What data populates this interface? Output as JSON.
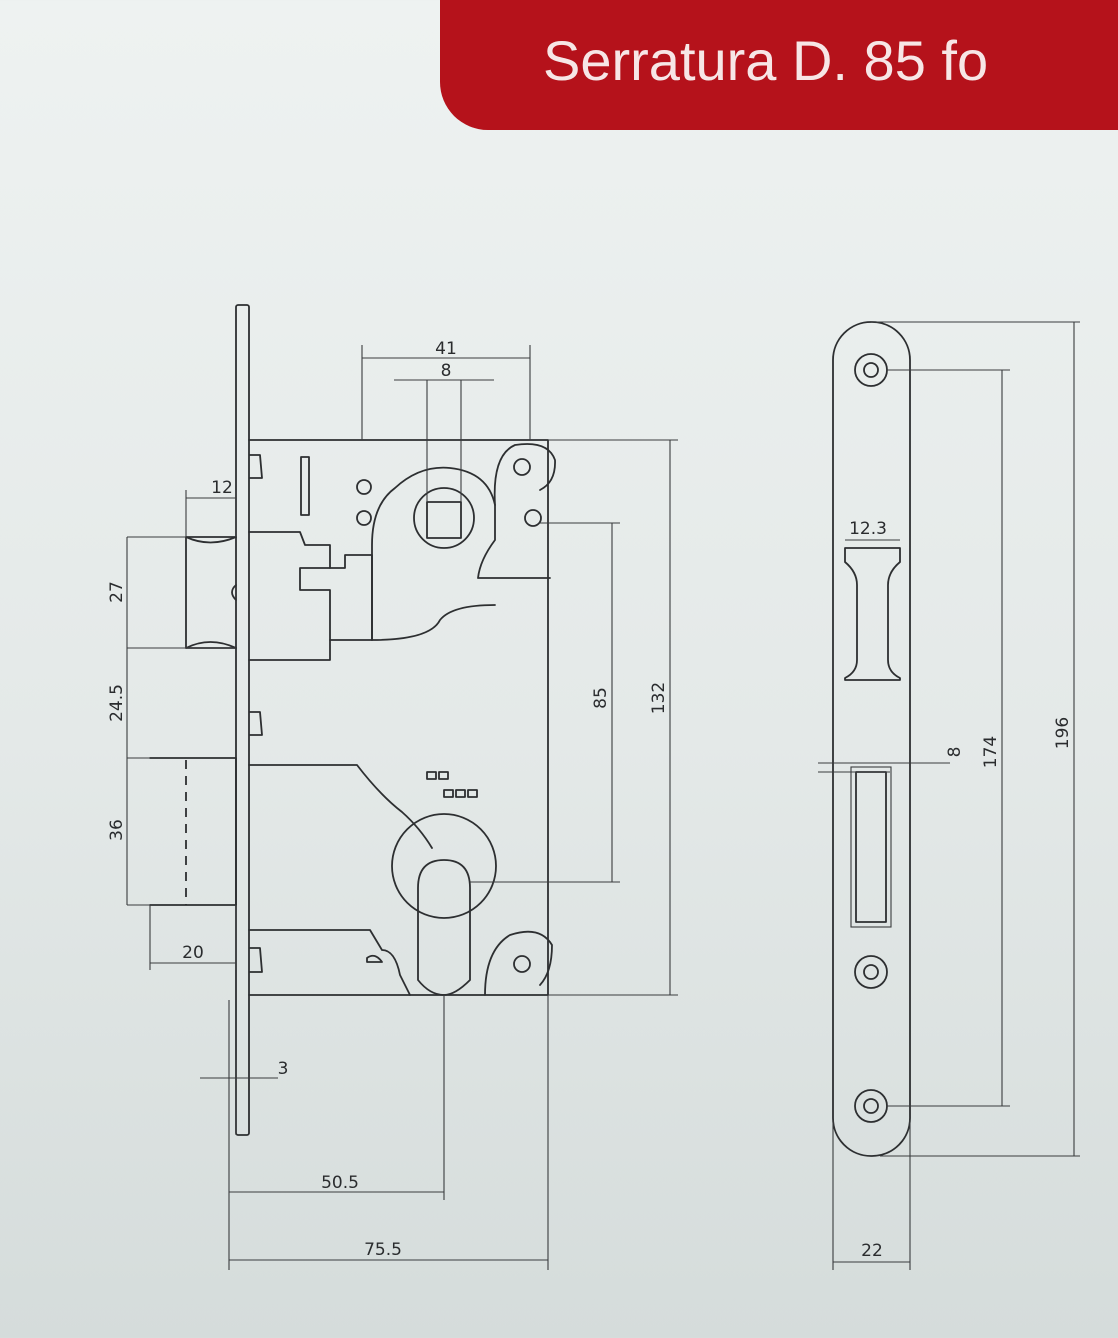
{
  "header": {
    "title": "Serratura D. 85 fo"
  },
  "lock_dimensions": {
    "top_width": "41",
    "handle_square": "8",
    "latch_width": "12",
    "latch_height": "27",
    "gap_latch_bolt": "24.5",
    "bolt_height": "36",
    "bolt_throw": "20",
    "faceplate_thickness": "3",
    "backset": "50.5",
    "body_depth": "75.5",
    "center_distance": "85",
    "body_height": "132"
  },
  "strike_dimensions": {
    "latch_opening": "12.3",
    "offset": "8",
    "hole_distance": "174",
    "total_height": "196",
    "width": "22"
  }
}
